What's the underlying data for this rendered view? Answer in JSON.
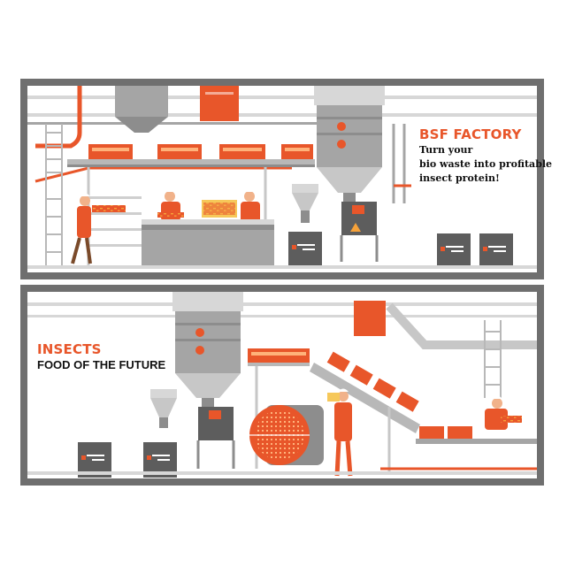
{
  "colors": {
    "frame": "#6f6f6f",
    "accent": "#e8562a",
    "gray_light": "#d7d7d7",
    "gray_mid": "#a5a5a5",
    "gray_dark": "#5d5d5d",
    "crate": "#e8562a",
    "text_dark": "#111111"
  },
  "top_panel": {
    "headline": "BSF FACTORY",
    "line1": "Turn your",
    "line2": "bio waste into profitable",
    "line3": "insect protein!"
  },
  "bottom_panel": {
    "headline": "INSECTS",
    "subline": "FOOD OF THE FUTURE"
  },
  "icons": [
    "silo-icon",
    "crate-icon",
    "worker-icon",
    "conveyor-icon",
    "sack-icon",
    "drum-dryer-icon",
    "pipe-icon",
    "ladder-icon"
  ]
}
